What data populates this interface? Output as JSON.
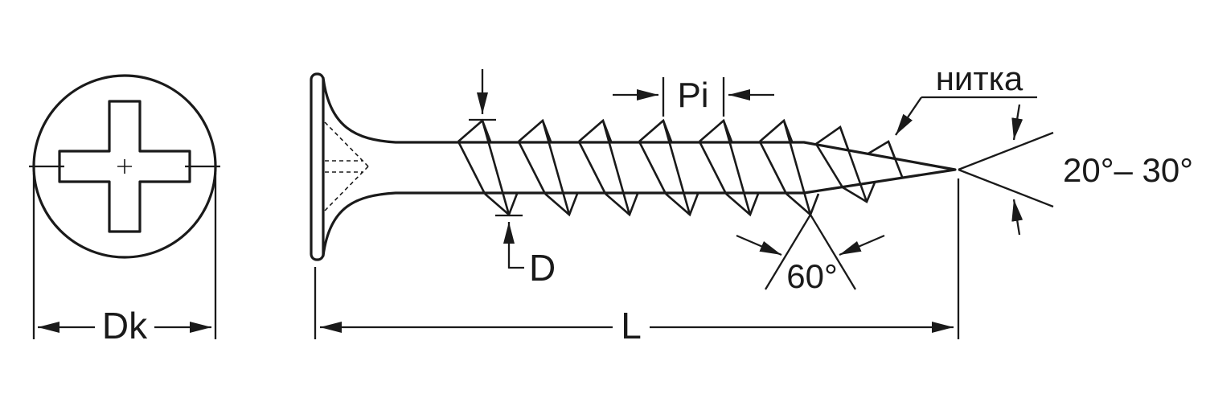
{
  "head_top_view": {
    "dim_label": "Dk"
  },
  "side_view": {
    "core_dim_label": "D",
    "pitch_label": "Pi",
    "length_label": "L",
    "thread_callout_label": "нитка",
    "tip_angle_label": "20°– 30°",
    "flank_angle_label": "60°"
  },
  "icons": {
    "arrowhead": "filled-triangle-arrow"
  },
  "colors": {
    "line": "#1a1a1a",
    "background": "#ffffff"
  }
}
